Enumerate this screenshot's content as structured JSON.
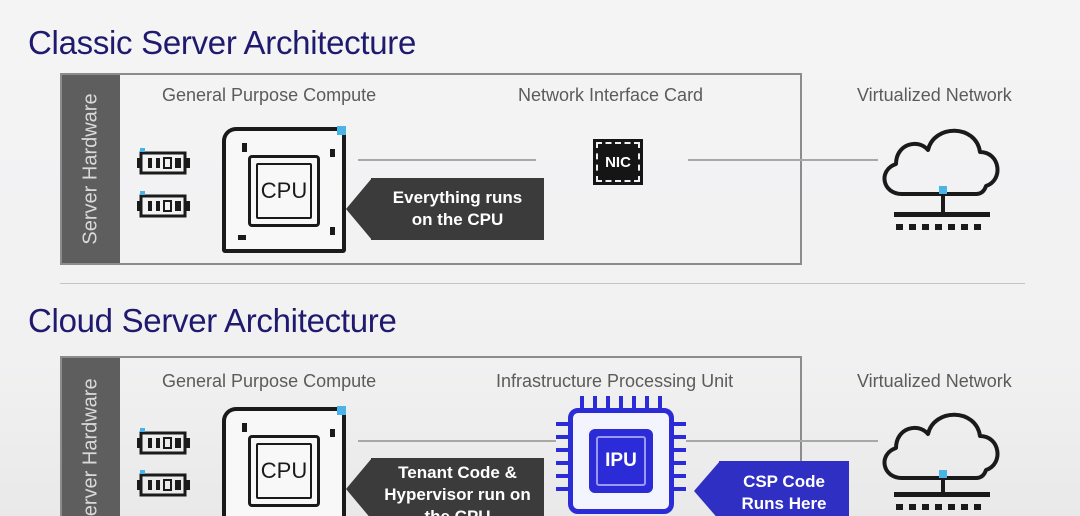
{
  "classic": {
    "title": "Classic Server Architecture",
    "side_label": "Server Hardware",
    "col1_label": "General Purpose Compute",
    "col2_label": "Network Interface Card",
    "col3_label": "Virtualized Network",
    "cpu_label": "CPU",
    "nic_label": "NIC",
    "callout": "Everything runs on the CPU"
  },
  "cloud": {
    "title": "Cloud Server Architecture",
    "side_label": "Server Hardware",
    "col1_label": "General Purpose Compute",
    "col2_label": "Infrastructure Processing Unit",
    "col3_label": "Virtualized Network",
    "cpu_label": "CPU",
    "ipu_label": "IPU",
    "callout_left": "Tenant Code & Hypervisor run on the CPU",
    "callout_right": "CSP Code Runs Here"
  },
  "colors": {
    "title": "#1f1a6e",
    "sidebar": "#5e5e5e",
    "ipu_blue": "#2b2bd8",
    "callout_dark": "#3b3b3b",
    "callout_blue": "#2f2fc4",
    "accent_dot": "#4ab3e8"
  },
  "icons": [
    "memory-module-icon",
    "cpu-chip-icon",
    "nic-chip-icon",
    "ipu-chip-icon",
    "cloud-network-icon"
  ]
}
